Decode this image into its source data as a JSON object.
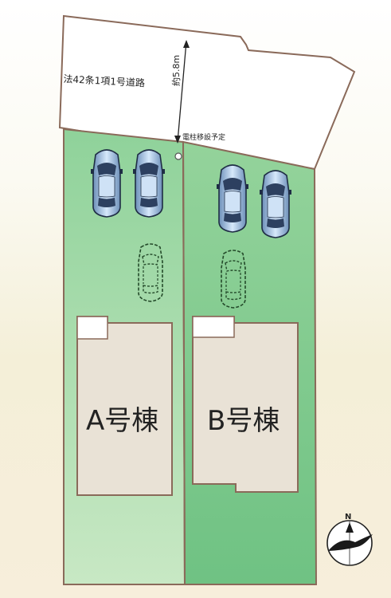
{
  "road": {
    "label": "法42条1項1号道路",
    "width_label": "約5.8m"
  },
  "utility_pole": {
    "label": "電柱移設予定"
  },
  "buildings": [
    {
      "id": "a",
      "label": "A号棟"
    },
    {
      "id": "b",
      "label": "B号棟"
    }
  ],
  "compass": {
    "north_label": "N"
  },
  "colors": {
    "lot_green": "#9fd7a4",
    "lot_border": "#8a6a5a",
    "building_fill": "#e9e2d6",
    "car_blue": "#9fc4ea"
  }
}
